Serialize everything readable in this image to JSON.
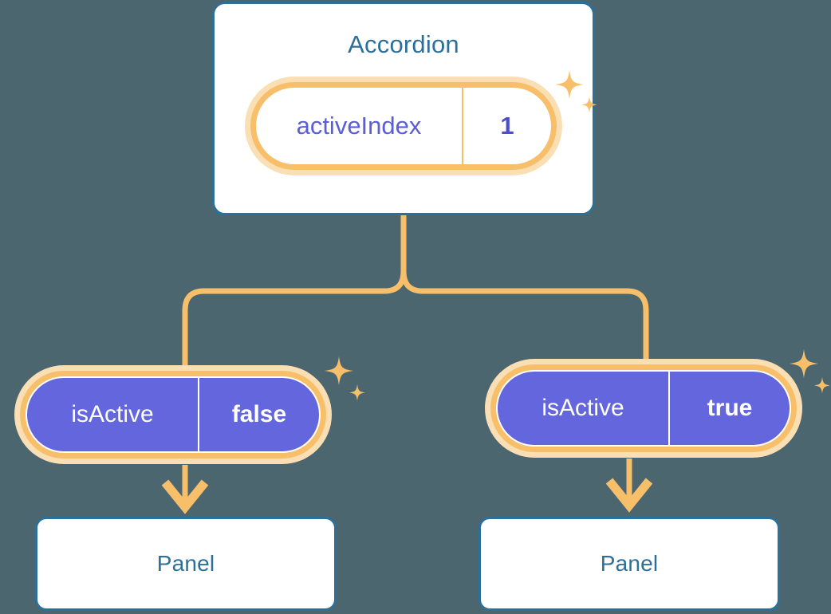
{
  "theme": {
    "background": "#4c6670",
    "card_border": "#2c7099",
    "card_fill": "#ffffff",
    "title_text": "#2c7099",
    "accent_orange": "#f8bf6b",
    "accent_orange_soft": "#fadfb4",
    "purple_fill": "#6366dd",
    "purple_text": "#5b5fd6",
    "value_text": "#ffffff"
  },
  "diagram": {
    "type": "component-state-tree",
    "root": {
      "title": "Accordion",
      "state": {
        "key": "activeIndex",
        "value": "1"
      }
    },
    "children": [
      {
        "state": {
          "key": "isActive",
          "value": "false"
        },
        "panel": {
          "title": "Panel"
        }
      },
      {
        "state": {
          "key": "isActive",
          "value": "true"
        },
        "panel": {
          "title": "Panel"
        }
      }
    ]
  }
}
